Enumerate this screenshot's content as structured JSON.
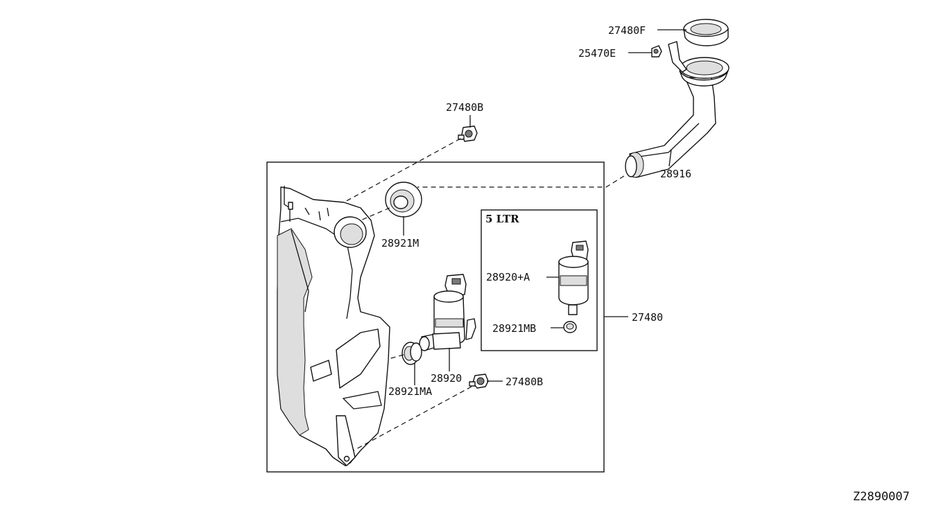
{
  "labels": {
    "p27480F": "27480F",
    "p25470E": "25470E",
    "p28916": "28916",
    "p27480B_top": "27480B",
    "p28921M": "28921M",
    "p27480": "27480",
    "p28920": "28920",
    "p28921MA": "28921MA",
    "p27480B_bottom": "27480B",
    "p28920A": "28920+A",
    "p28921MB": "28921MB"
  },
  "inset_title": "5 LTR",
  "diagram_code": "Z2890007"
}
